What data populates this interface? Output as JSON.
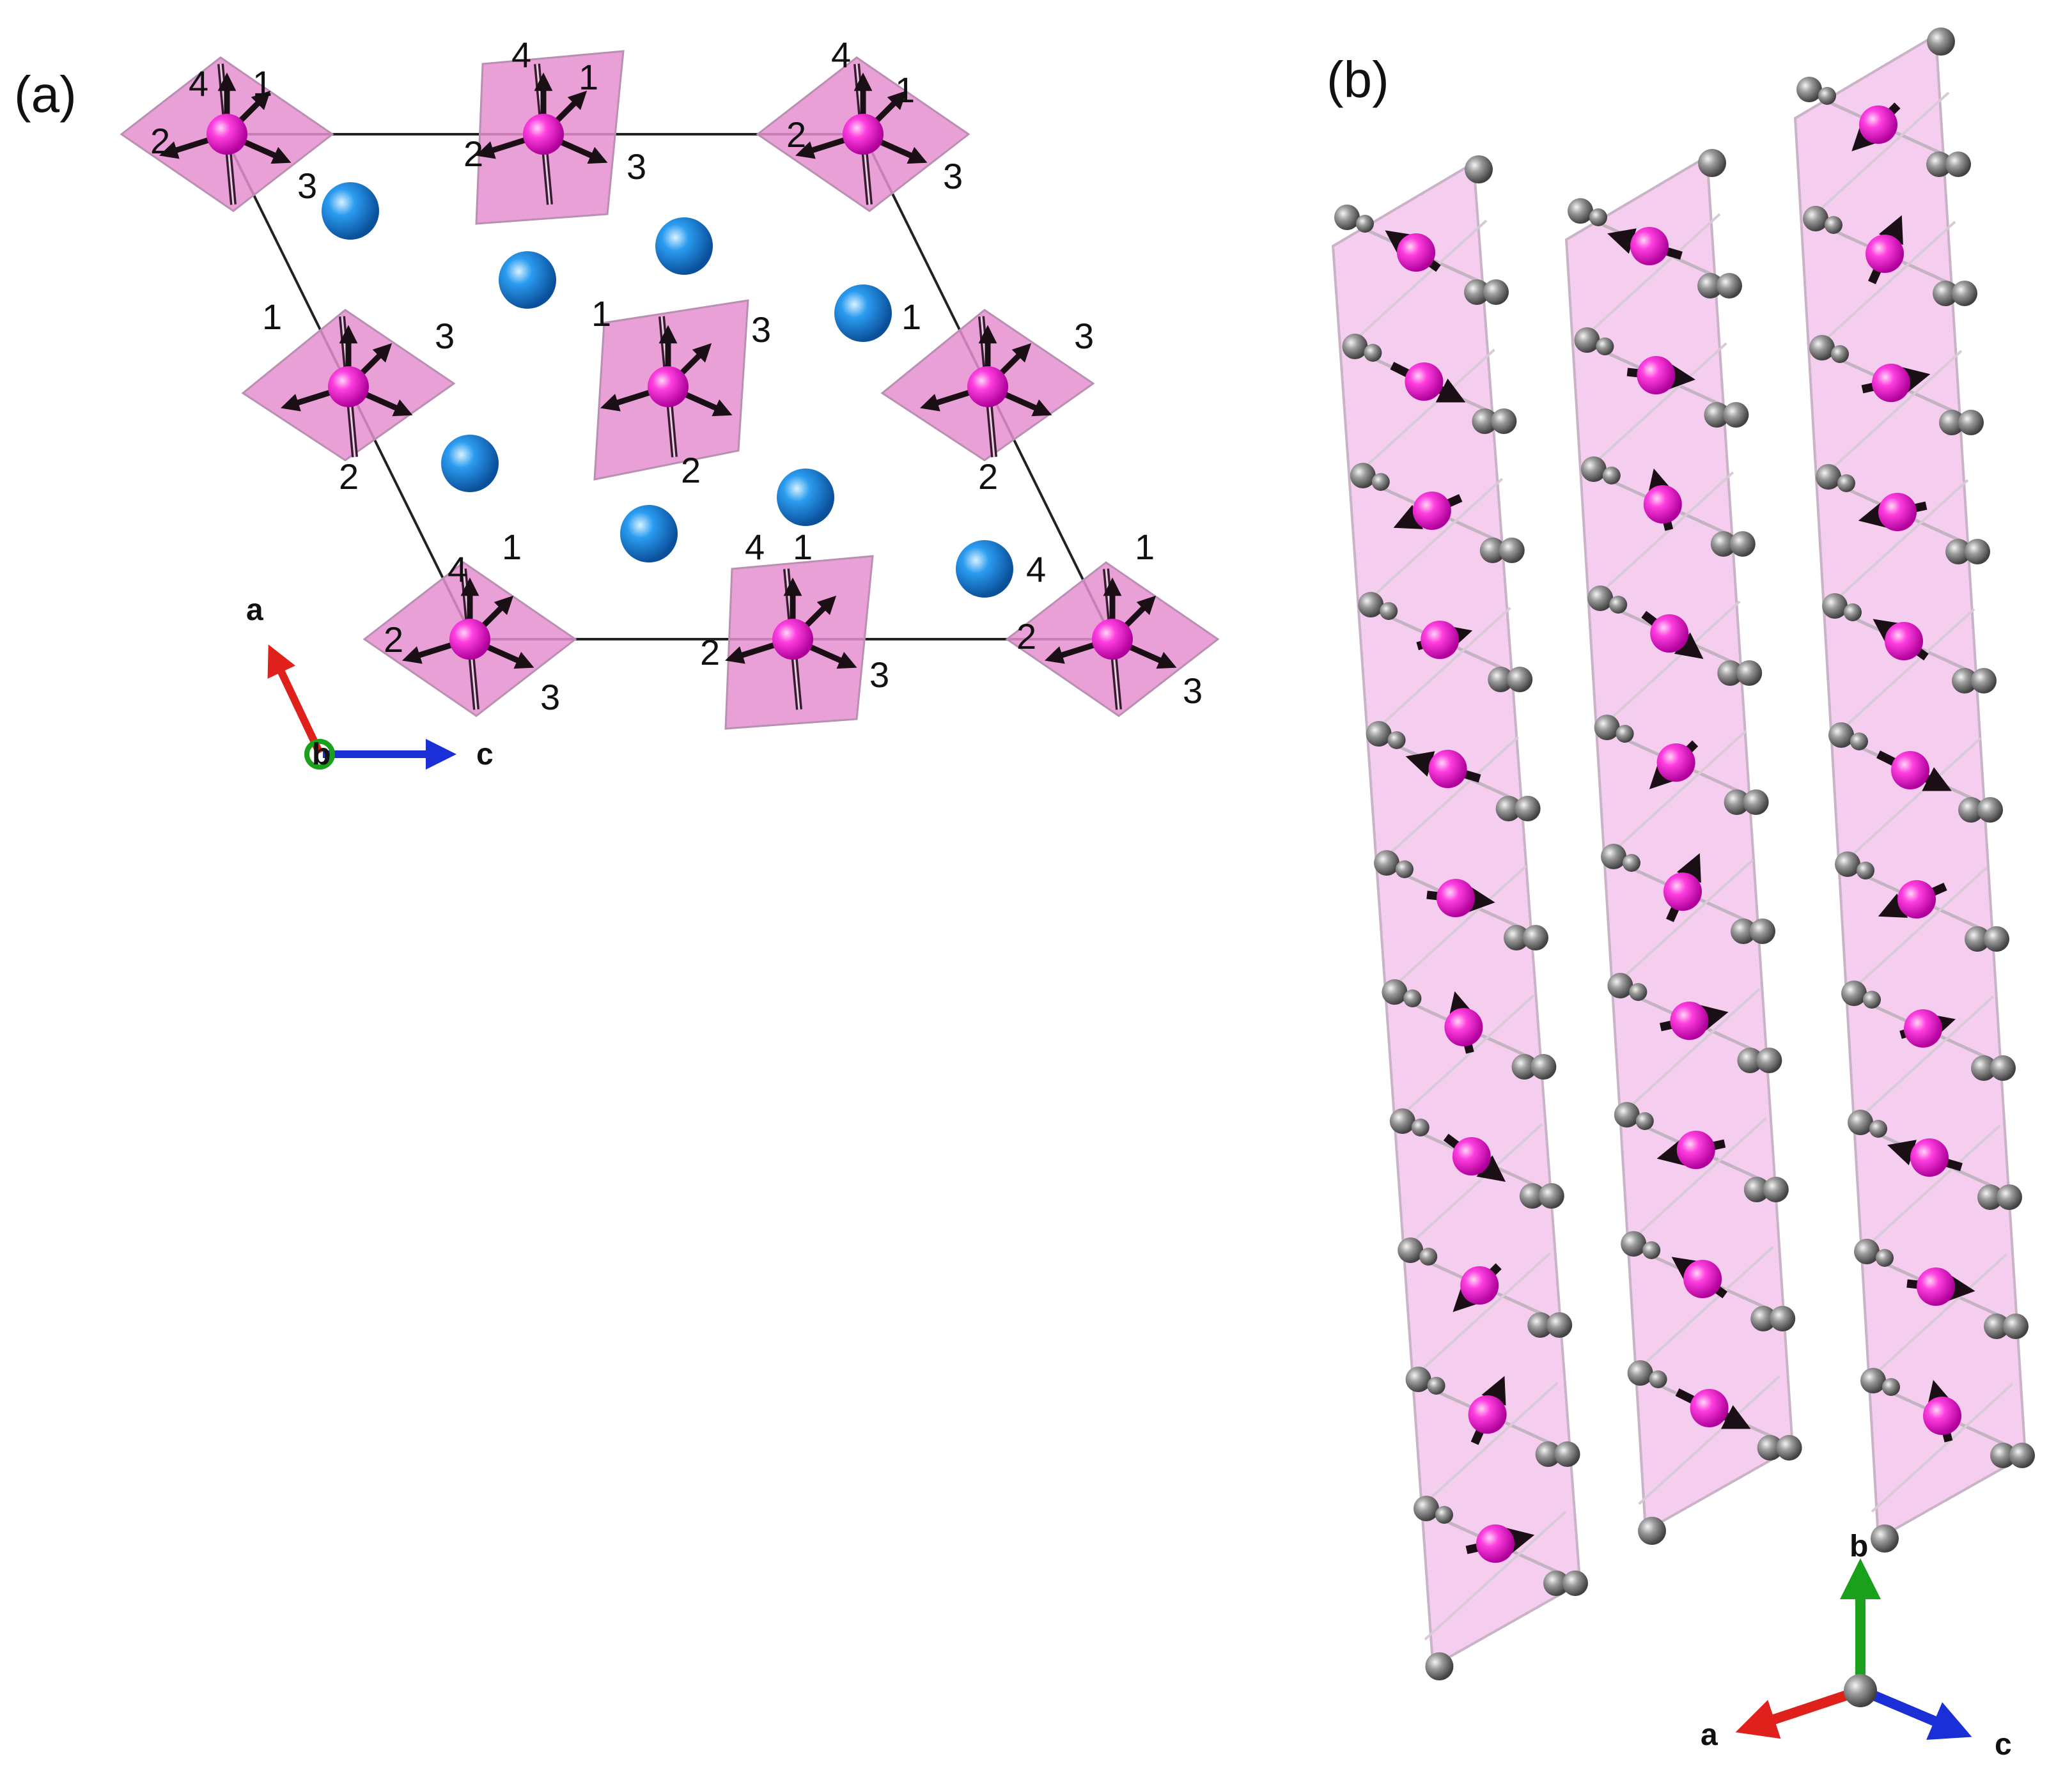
{
  "panels": {
    "a": {
      "label": "(a)"
    },
    "b": {
      "label": "(b)"
    }
  },
  "axes_a": {
    "a": "a",
    "b": "b",
    "c": "c"
  },
  "axes_b": {
    "a": "a",
    "b": "b",
    "c": "c"
  },
  "colors": {
    "polyhedron_fill": "#e58fd0",
    "polyhedron_fill_light": "#f3c6ec",
    "magnetic_atom": "#ff1fd2",
    "spacer_atom": "#1e90e6",
    "ligand_atom": "#8c8c8c",
    "spin_arrow": "#1a0f14",
    "cell_edge": "#222222",
    "axis_a": "#e0201a",
    "axis_b": "#1aa01a",
    "axis_c": "#1a2fd6"
  },
  "site_labels": [
    "1",
    "2",
    "3",
    "4"
  ]
}
